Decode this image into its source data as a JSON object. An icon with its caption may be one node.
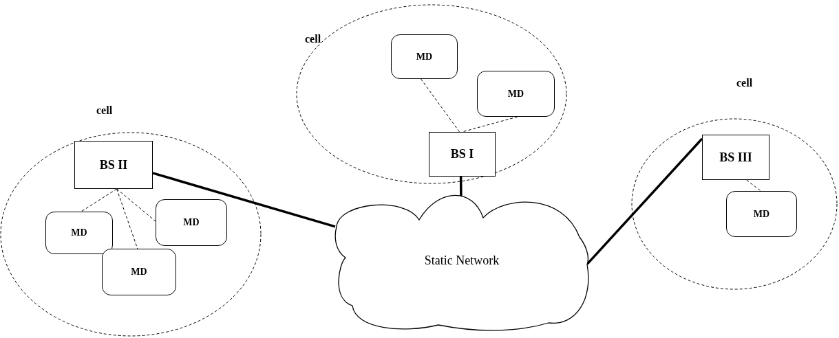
{
  "diagram": {
    "nodes": [
      {
        "text": [
          "cell"
        ]
      },
      {
        "text": [
          "MD"
        ],
        "in": 0
      },
      {
        "text": [
          "MD"
        ],
        "in": 0
      },
      {
        "text": [
          "BS I"
        ],
        "in": 0
      },
      {
        "text": [
          "cell"
        ]
      },
      {
        "text": [
          "BS II"
        ],
        "in": 4
      },
      {
        "text": [
          "MD"
        ],
        "in": 4
      },
      {
        "text": [
          "MD"
        ],
        "in": 4
      },
      {
        "text": [
          "MD"
        ],
        "in": 4
      },
      {
        "text": [
          "cell"
        ]
      },
      {
        "text": [
          "BS III"
        ],
        "in": 9
      },
      {
        "text": [
          "MD"
        ],
        "in": 9
      },
      {
        "text": [
          "Static Network"
        ]
      }
    ],
    "edges": [
      {
        "from": 1,
        "to": 3,
        "arrow": "none",
        "style": "dashed"
      },
      {
        "from": 2,
        "to": 3,
        "arrow": "none",
        "style": "dashed"
      },
      {
        "from": 3,
        "to": 12,
        "arrow": "none",
        "style": "thick"
      },
      {
        "from": 5,
        "to": 12,
        "arrow": "none",
        "style": "thick"
      },
      {
        "from": 5,
        "to": 6,
        "arrow": "none",
        "style": "dashed"
      },
      {
        "from": 5,
        "to": 7,
        "arrow": "none",
        "style": "dashed"
      },
      {
        "from": 5,
        "to": 8,
        "arrow": "none",
        "style": "dashed"
      },
      {
        "from": 12,
        "to": 10,
        "arrow": "none",
        "style": "thick"
      },
      {
        "from": 10,
        "to": 11,
        "arrow": "none",
        "style": "dashed"
      }
    ]
  }
}
